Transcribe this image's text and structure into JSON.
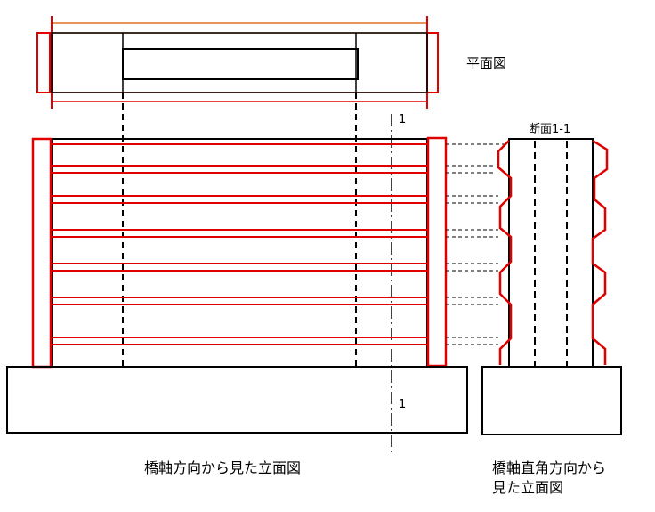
{
  "labels": {
    "plan_view": "平面図",
    "section_title": "断面1-1",
    "section_mark_top": "1",
    "section_mark_bottom": "1",
    "bridge_axis_elevation": "橋軸方向から見た立面図",
    "perp_elevation_line1": "橋軸直角方向から",
    "perp_elevation_line2": "見た立面図"
  },
  "colors": {
    "line": "#000000",
    "red": "#e00000",
    "orange": "#e07020",
    "mark": "#1a2a5a"
  }
}
